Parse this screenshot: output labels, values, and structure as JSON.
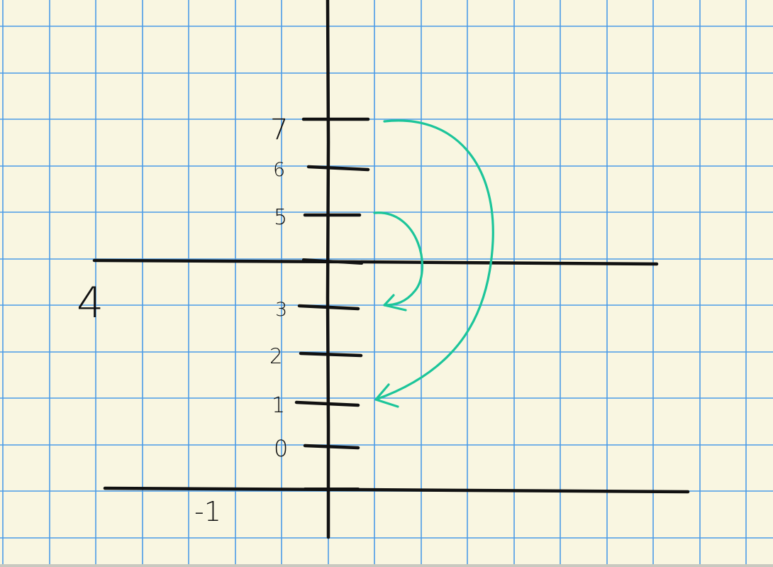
{
  "colors": {
    "paper": "#f9f6e1",
    "grid": "#4a9be8",
    "ink": "#111111",
    "arrow": "#1cc59a"
  },
  "labels": {
    "tick_7": "7",
    "tick_6": "6",
    "tick_5": "5",
    "tick_3": "3",
    "tick_2": "2",
    "tick_1": "1",
    "tick_0": "0",
    "line_label_upper": "4",
    "line_label_lower": "-1"
  }
}
